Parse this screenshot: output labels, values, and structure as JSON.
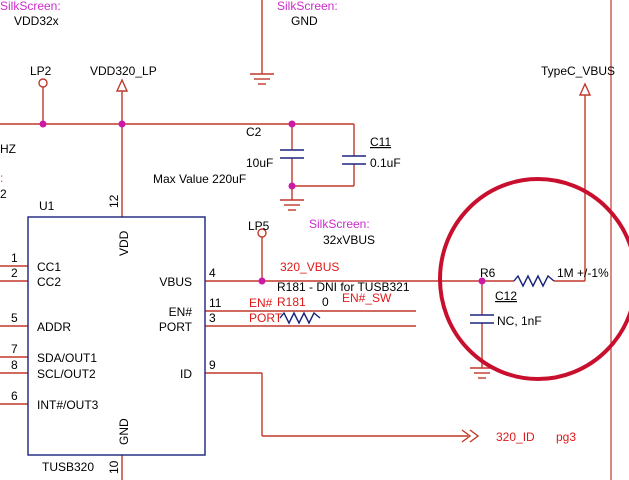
{
  "silkscreen": {
    "top_left": {
      "label": "SilkScreen:",
      "value": "VDD32x"
    },
    "top_mid": {
      "label": "SilkScreen:",
      "value": "GND"
    },
    "lp5": {
      "label": "SilkScreen:",
      "value": "32xVBUS"
    },
    "left_fragment": ":"
  },
  "left_edge": {
    "hz": "HZ",
    "two": "2"
  },
  "nets": {
    "lp2": "LP2",
    "vdd320_lp": "VDD320_LP",
    "typec_vbus": "TypeC_VBUS",
    "lp5": "LP5",
    "vbus_320": "320_VBUS",
    "en_sw": "EN#_SW",
    "id_320": "320_ID",
    "id_page": "pg3"
  },
  "c2": {
    "ref": "C2",
    "value": "10uF",
    "note": "Max Value 220uF"
  },
  "c11": {
    "ref": "C11",
    "value": "0.1uF"
  },
  "c12": {
    "ref": "C12",
    "value": "NC, 1nF"
  },
  "r6": {
    "ref": "R6",
    "value": "1M +/-1%"
  },
  "r181": {
    "ref": "R181",
    "value": "0",
    "note": "R181 - DNI for TUSB321"
  },
  "u1": {
    "ref": "U1",
    "part": "TUSB320",
    "vdd_label": "VDD",
    "vdd_pin": "12",
    "gnd_label": "GND",
    "gnd_pin": "10",
    "left_pins": [
      {
        "num": "1",
        "name": "CC1"
      },
      {
        "num": "2",
        "name": "CC2"
      },
      {
        "num": "5",
        "name": "ADDR"
      },
      {
        "num": "7",
        "name": "SDA/OUT1"
      },
      {
        "num": "8",
        "name": "SCL/OUT2"
      },
      {
        "num": "6",
        "name": "INT#/OUT3"
      }
    ],
    "right_pins": [
      {
        "num": "4",
        "name": "VBUS"
      },
      {
        "num": "11",
        "name": "EN#"
      },
      {
        "num": "3",
        "name": "PORT"
      },
      {
        "num": "9",
        "name": "ID"
      }
    ],
    "wire_labels": {
      "en": "EN#",
      "port": "PORT"
    }
  },
  "colors": {
    "wire": "#c0392b",
    "body": "#1a237e",
    "junction": "#cc1aa5",
    "silkscreen": "#cc2ccc",
    "highlight": "#c8102e"
  }
}
